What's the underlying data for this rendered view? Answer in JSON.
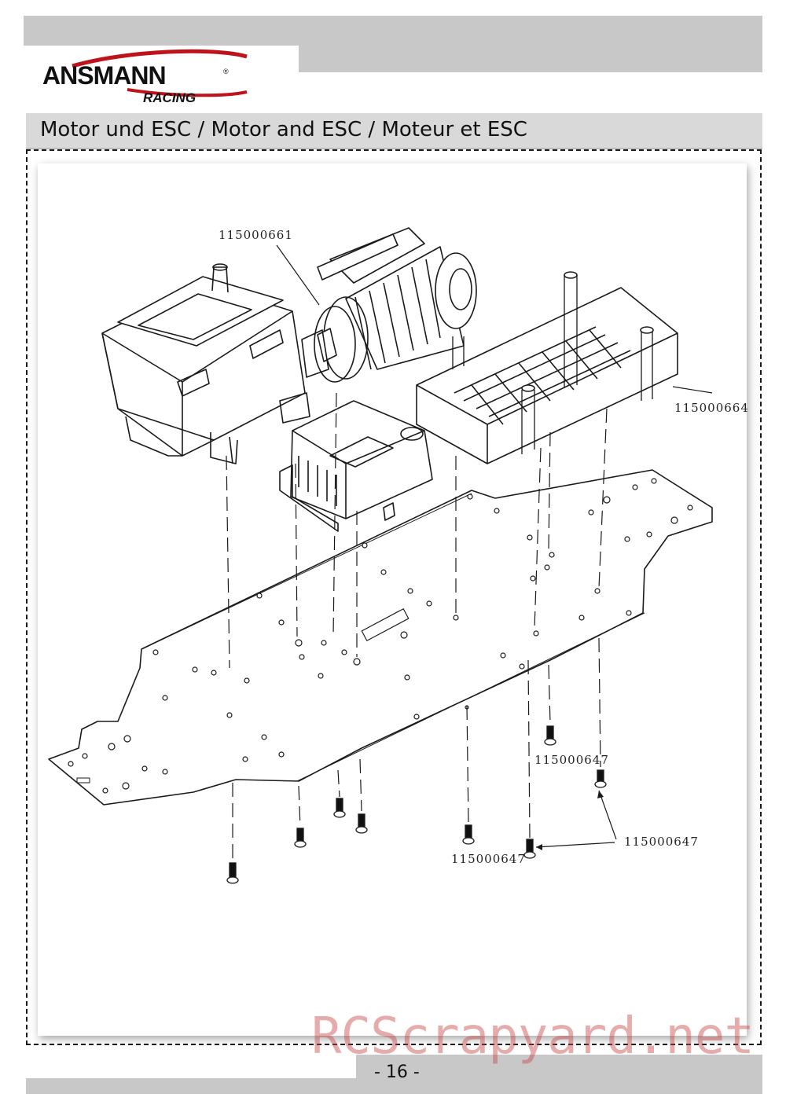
{
  "header": {
    "brand": "ANSMANN",
    "brand_sub": "RACING",
    "brand_color": "#c0121b"
  },
  "section_title": "Motor und ESC / Motor and ESC / Moteur et ESC",
  "parts": {
    "motor_mount": "115000661",
    "battery_box": "115000664",
    "screw_a": "115000647",
    "screw_b": "115000647",
    "screw_c": "115000647"
  },
  "footer": {
    "page_number": "- 16 -"
  },
  "watermark": "RCScrapyard.net"
}
